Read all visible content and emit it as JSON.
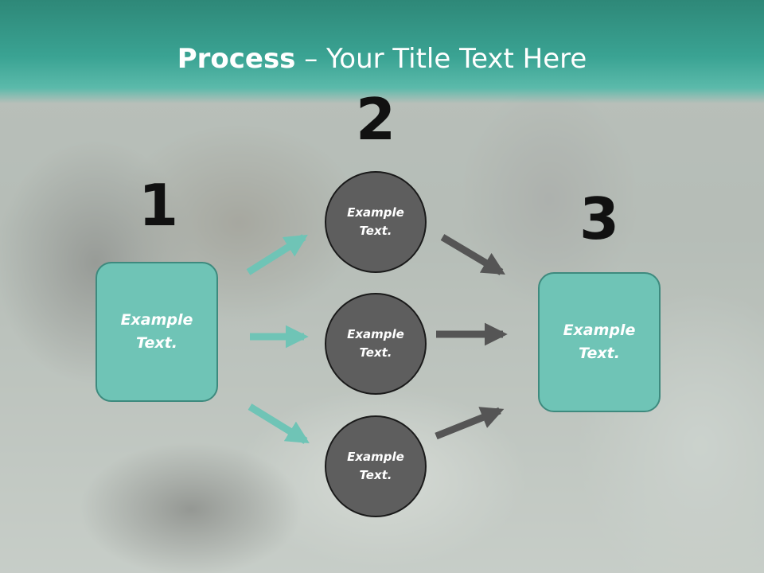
{
  "header": {
    "title_bold": "Process",
    "title_rest": " – Your Title Text Here"
  },
  "steps": [
    {
      "number": "1",
      "label": "Example Text."
    },
    {
      "number": "2",
      "label": "Example Text."
    },
    {
      "number": "3",
      "label": "Example Text."
    }
  ],
  "circles": [
    {
      "label": "Example Text."
    },
    {
      "label": "Example Text."
    },
    {
      "label": "Example Text."
    }
  ],
  "colors": {
    "header": "#3aa393",
    "box_fill": "#6fc4b6",
    "circle_fill": "#5e5e5e",
    "teal_arrow": "#6fc4b6",
    "dark_arrow": "#555555"
  }
}
